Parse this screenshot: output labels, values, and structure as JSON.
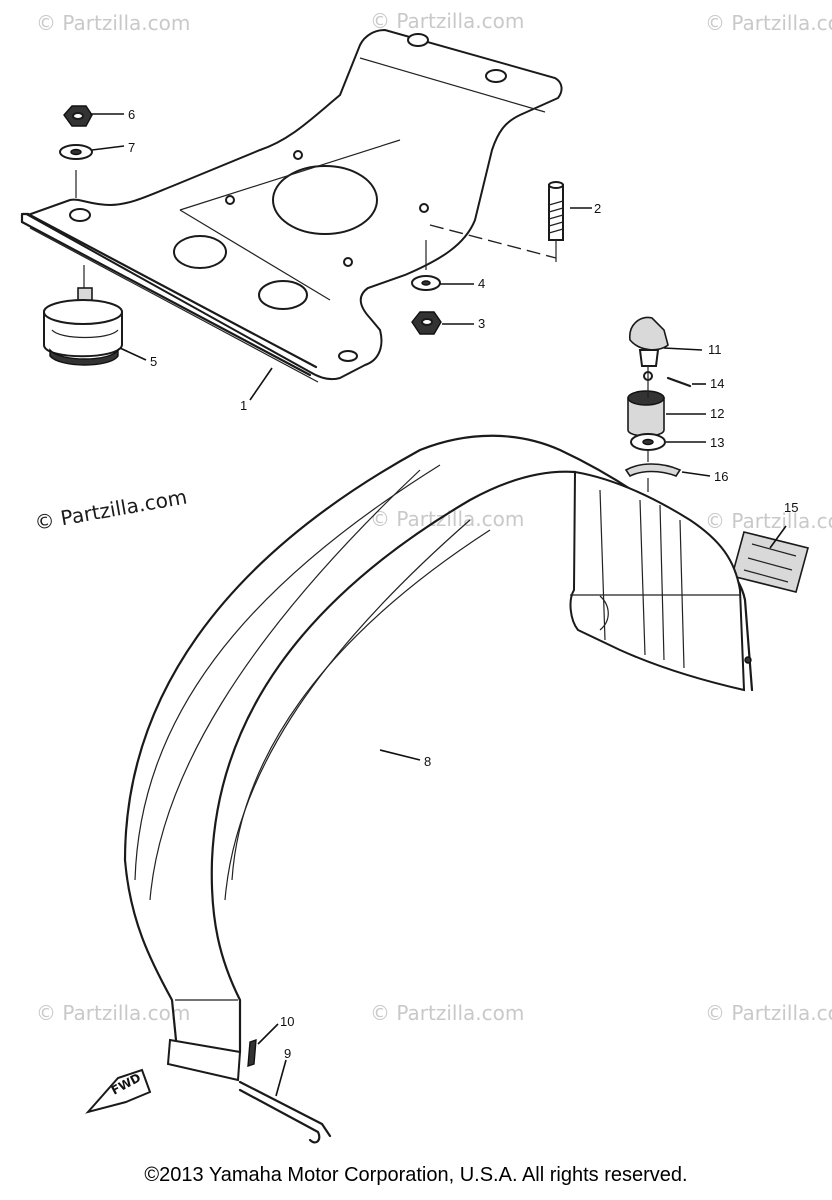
{
  "watermark_text": "© Partzilla.com",
  "copyright": "©2013 Yamaha Motor Corporation, U.S.A. All rights reserved.",
  "fwd_label": "FWD",
  "callouts": {
    "c1": "1",
    "c2": "2",
    "c3": "3",
    "c4": "4",
    "c5": "5",
    "c6": "6",
    "c7": "7",
    "c8": "8",
    "c9": "9",
    "c10": "10",
    "c11": "11",
    "c12": "12",
    "c13": "13",
    "c14": "14",
    "c15": "15",
    "c16": "16"
  }
}
